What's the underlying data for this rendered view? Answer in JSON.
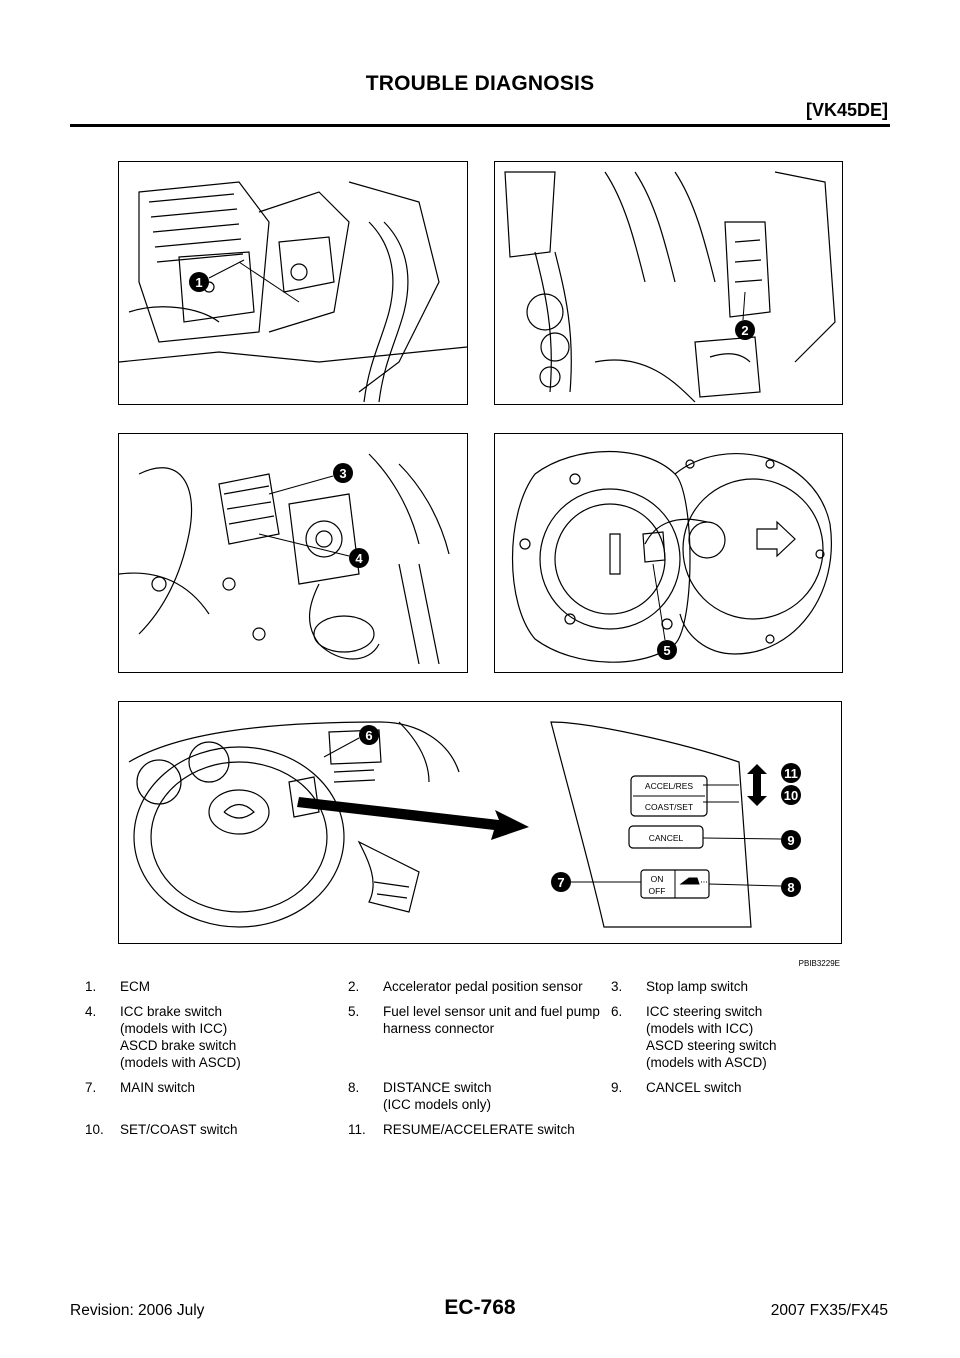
{
  "header": {
    "title": "TROUBLE DIAGNOSIS",
    "section": "[VK45DE]"
  },
  "figure": {
    "code": "PBIB3229E",
    "callouts": [
      "1",
      "2",
      "3",
      "4",
      "5",
      "6",
      "7",
      "8",
      "9",
      "10",
      "11"
    ],
    "switch_panel": {
      "accel_res": "ACCEL/RES",
      "coast_set": "COAST/SET",
      "cancel": "CANCEL",
      "on": "ON",
      "off": "OFF"
    }
  },
  "legend": [
    [
      {
        "num": "1.",
        "text": "ECM"
      },
      {
        "num": "2.",
        "text": "Accelerator pedal position sensor"
      },
      {
        "num": "3.",
        "text": "Stop lamp switch"
      }
    ],
    [
      {
        "num": "4.",
        "text": "ICC brake switch\n(models with ICC)\nASCD brake switch\n(models with ASCD)"
      },
      {
        "num": "5.",
        "text": "Fuel level sensor unit and fuel pump\nharness connector"
      },
      {
        "num": "6.",
        "text": "ICC steering switch\n(models with ICC)\nASCD steering switch\n(models with ASCD)"
      }
    ],
    [
      {
        "num": "7.",
        "text": "MAIN switch"
      },
      {
        "num": "8.",
        "text": "DISTANCE switch\n(ICC models only)"
      },
      {
        "num": "9.",
        "text": "CANCEL switch"
      }
    ],
    [
      {
        "num": "10.",
        "text": "SET/COAST switch"
      },
      {
        "num": "11.",
        "text": "RESUME/ACCELERATE switch"
      },
      {
        "num": "",
        "text": ""
      }
    ]
  ],
  "footer": {
    "revision": "Revision: 2006 July",
    "page": "EC-768",
    "model": "2007 FX35/FX45"
  }
}
